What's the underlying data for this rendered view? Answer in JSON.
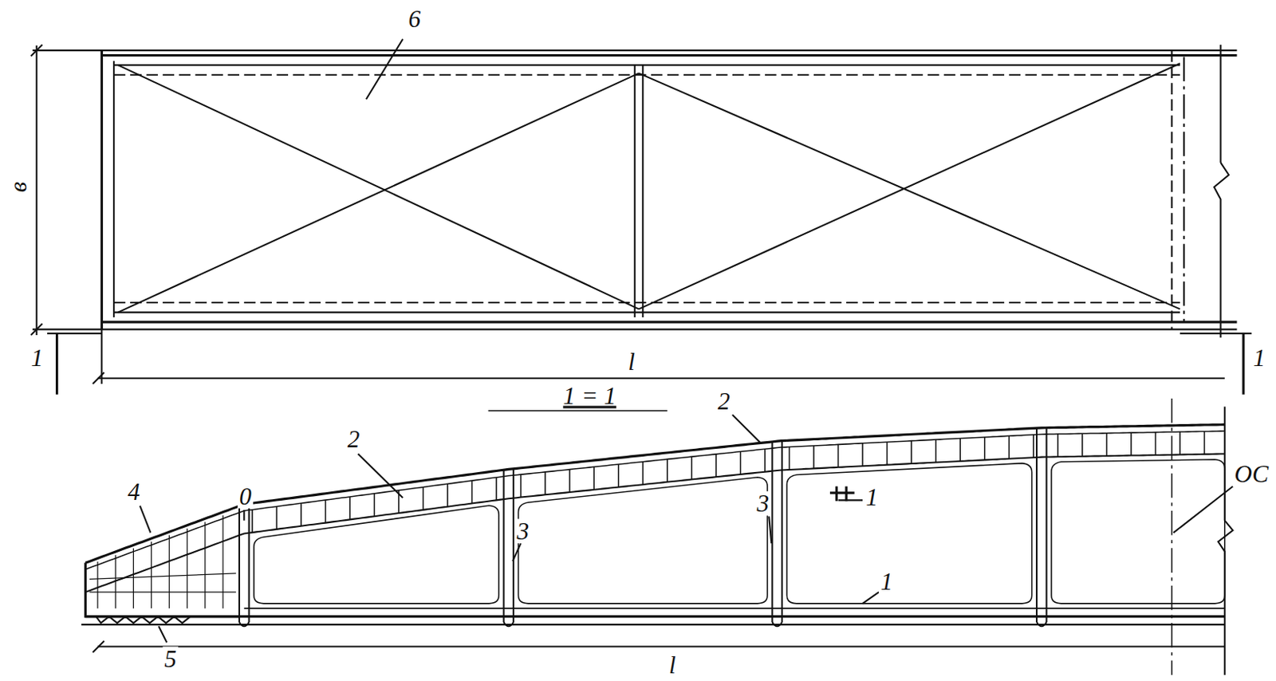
{
  "diagram": {
    "labels": [
      "6",
      "в",
      "1",
      "l",
      "1",
      "2",
      "1 = 1",
      "2",
      "4",
      "0",
      "3",
      "3",
      "1",
      "ОС",
      "1",
      "5",
      "l"
    ]
  }
}
